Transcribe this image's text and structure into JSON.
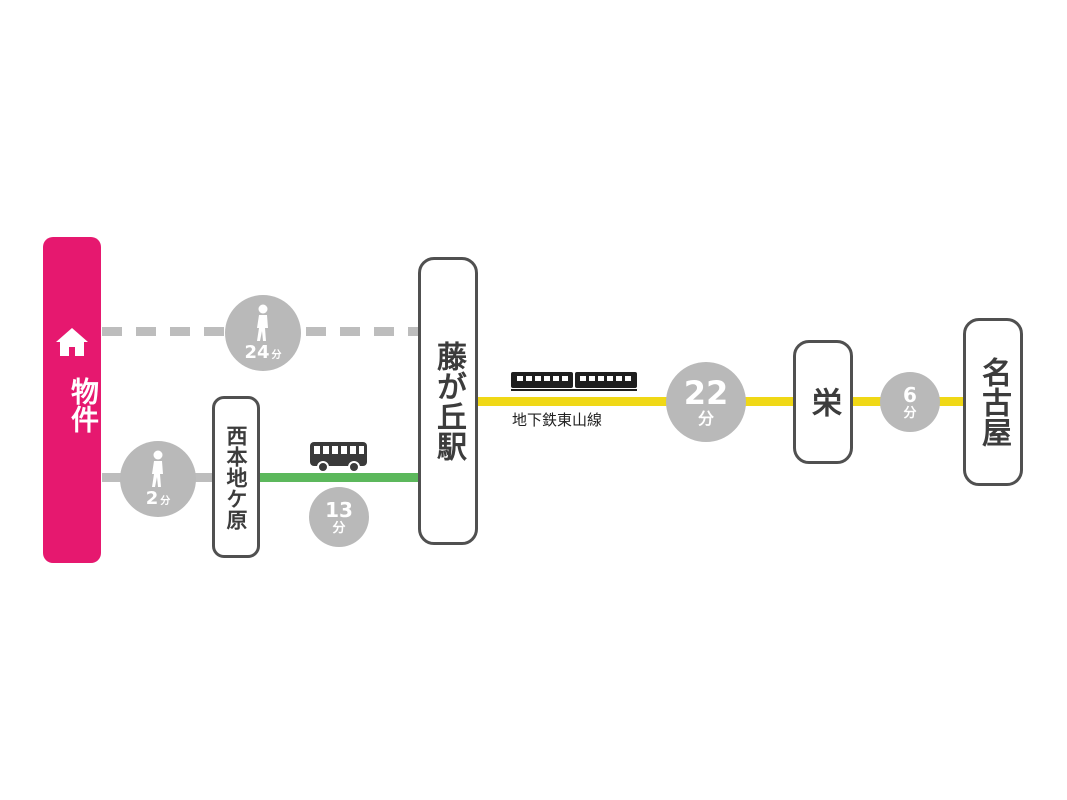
{
  "property": {
    "label": "物件",
    "color": "#e6186f"
  },
  "stations": {
    "nishimotochigahara": "西本地ケ原",
    "fujigaoka": "藤が丘駅",
    "sakae": "栄",
    "nagoya": "名古屋"
  },
  "walk_direct": {
    "minutes": "24",
    "unit": "分"
  },
  "walk_to_bus": {
    "minutes": "2",
    "unit": "分"
  },
  "bus": {
    "minutes": "13",
    "unit": "分",
    "line_color": "#5cb85c"
  },
  "subway": {
    "line_name": "地下鉄東山線",
    "line_color": "#f0d816"
  },
  "subway_to_sakae": {
    "minutes": "22",
    "unit": "分"
  },
  "sakae_to_nagoya": {
    "minutes": "6",
    "unit": "分"
  },
  "colors": {
    "walk_line": "#bdbdbd",
    "circle": "#b9b9b9",
    "station_border": "#505050"
  },
  "icons": [
    "house-icon",
    "walking-person-icon",
    "bus-icon",
    "train-icon"
  ]
}
